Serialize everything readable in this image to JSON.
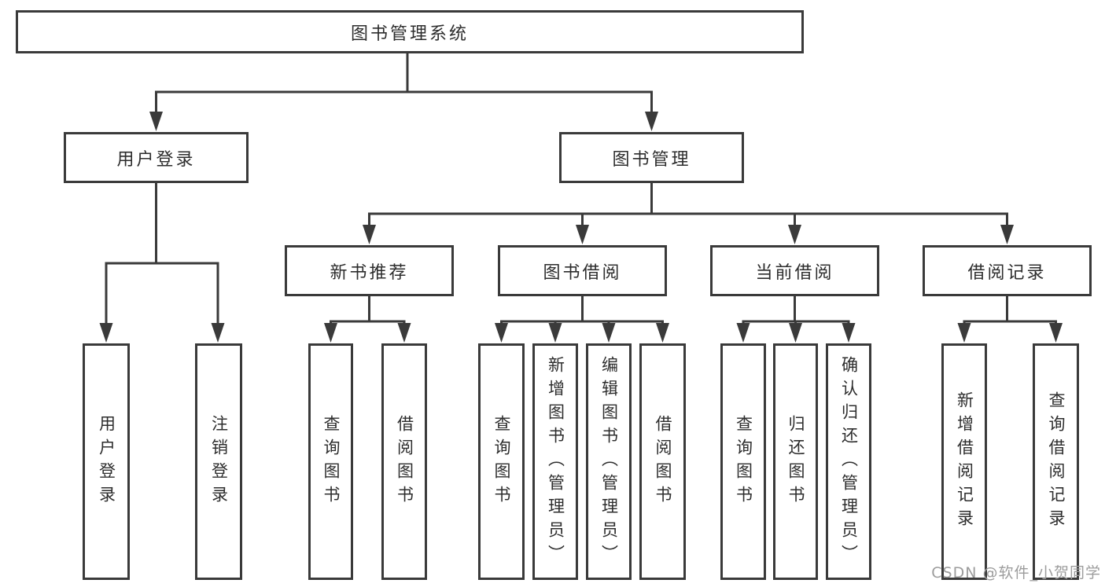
{
  "diagram": {
    "root": {
      "label": "图书管理系统"
    },
    "branches": [
      {
        "label": "用户登录",
        "children": [
          {
            "label": "用户登录"
          },
          {
            "label": "注销登录"
          }
        ]
      },
      {
        "label": "图书管理",
        "children": [
          {
            "label": "新书推荐",
            "children": [
              {
                "label": "查询图书"
              },
              {
                "label": "借阅图书"
              }
            ]
          },
          {
            "label": "图书借阅",
            "children": [
              {
                "label": "查询图书"
              },
              {
                "label": "新增图书（管理员）"
              },
              {
                "label": "编辑图书（管理员）"
              },
              {
                "label": "借阅图书"
              }
            ]
          },
          {
            "label": "当前借阅",
            "children": [
              {
                "label": "查询图书"
              },
              {
                "label": "归还图书"
              },
              {
                "label": "确认归还（管理员）"
              }
            ]
          },
          {
            "label": "借阅记录",
            "children": [
              {
                "label": "新增借阅记录"
              },
              {
                "label": "查询借阅记录"
              }
            ]
          }
        ]
      }
    ]
  },
  "watermark": {
    "text": "CSDN @软件_小贺同学"
  },
  "colors": {
    "line": "#3a3a3a",
    "text": "#2d2d2d",
    "background": "#ffffff",
    "watermark": "#9c9c9c"
  }
}
